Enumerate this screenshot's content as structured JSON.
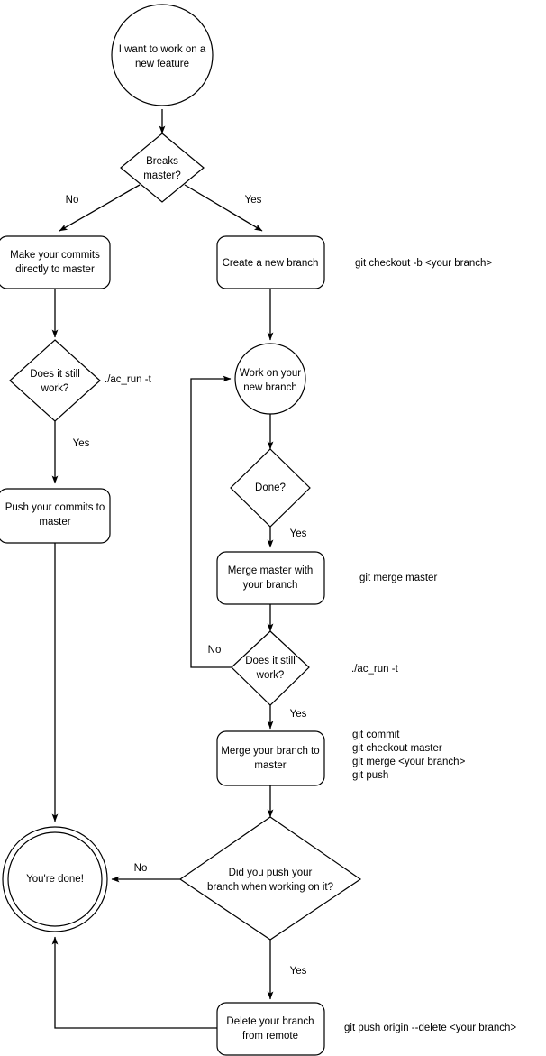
{
  "diagram": {
    "title": "Git branching workflow flowchart",
    "background_color": "#ffffff",
    "stroke_color": "#000000",
    "text_color": "#000000"
  },
  "nodes": {
    "start": {
      "shape": "circle",
      "line1": "I want to work on a",
      "line2": "new feature"
    },
    "breaks_master": {
      "shape": "diamond",
      "line1": "Breaks",
      "line2": "master?"
    },
    "make_commits": {
      "shape": "rounded-rect",
      "line1": "Make your commits",
      "line2": "directly to master"
    },
    "create_branch": {
      "shape": "rounded-rect",
      "line1": "Create a new branch",
      "line2": ""
    },
    "still_work_left": {
      "shape": "diamond",
      "line1": "Does it still",
      "line2": "work?"
    },
    "push_commits": {
      "shape": "rounded-rect",
      "line1": "Push your commits to",
      "line2": "master"
    },
    "work_on_branch": {
      "shape": "circle",
      "line1": "Work on your",
      "line2": "new branch"
    },
    "done_q": {
      "shape": "diamond",
      "line1": "Done?",
      "line2": ""
    },
    "merge_master": {
      "shape": "rounded-rect",
      "line1": "Merge master with",
      "line2": "your branch"
    },
    "still_work_right": {
      "shape": "diamond",
      "line1": "Does it still",
      "line2": "work?"
    },
    "merge_branch": {
      "shape": "rounded-rect",
      "line1": "Merge your branch to",
      "line2": "master"
    },
    "did_push": {
      "shape": "diamond",
      "line1": "Did you push your",
      "line2": "branch when working on it?"
    },
    "delete_branch": {
      "shape": "rounded-rect",
      "line1": "Delete your branch",
      "line2": "from remote"
    },
    "youre_done": {
      "shape": "double-circle",
      "line1": "You're done!",
      "line2": ""
    }
  },
  "edge_labels": {
    "breaks_no": "No",
    "breaks_yes": "Yes",
    "still_work_left_yes": "Yes",
    "done_yes": "Yes",
    "still_work_right_no": "No",
    "still_work_right_yes": "Yes",
    "did_push_no": "No",
    "did_push_yes": "Yes"
  },
  "annotations": {
    "create_branch_cmd": "git checkout -b <your branch>",
    "ac_run_left": "./ac_run -t",
    "merge_master_cmd": "git merge master",
    "ac_run_right": "./ac_run -t",
    "merge_branch_cmd_line1": "git commit",
    "merge_branch_cmd_line2": "git checkout master",
    "merge_branch_cmd_line3": "git merge <your branch>",
    "merge_branch_cmd_line4": "git push",
    "delete_branch_cmd": "git push origin --delete <your branch>"
  }
}
